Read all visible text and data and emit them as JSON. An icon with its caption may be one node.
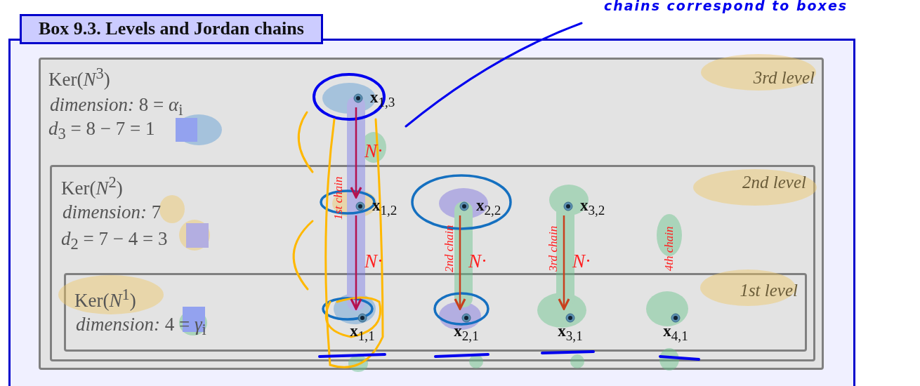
{
  "diagram": {
    "nodes": [
      {
        "text": [
          "Box 9.3. Levels and Jordan chains"
        ]
      },
      {
        "text": [
          "Ker(*N*$^{3}$)",
          "*dimension:* 8 = *α*$_{i}$",
          "*d*$_{3}$ = 8 − 7 = 1",
          "3rd level"
        ],
        "in": 0
      },
      {
        "text": [
          "Ker(*N*$^{2}$)",
          "*dimension:* 7",
          "*d*$_{2}$ = 7 − 4 = 3",
          "2nd level"
        ],
        "in": 1
      },
      {
        "text": [
          "Ker(*N*$^{1}$)",
          "*dimension:* 4 = *γ*$_{i}$",
          "1st level"
        ],
        "in": 2
      },
      {
        "text": [
          "**x**$_{1,3}$"
        ],
        "in": 1
      },
      {
        "text": [
          "**x**$_{1,2}$"
        ],
        "in": 2
      },
      {
        "text": [
          "**x**$_{2,2}$"
        ],
        "in": 2
      },
      {
        "text": [
          "**x**$_{3,2}$"
        ],
        "in": 2
      },
      {
        "text": [
          "**x**$_{1,1}$"
        ],
        "in": 3
      },
      {
        "text": [
          "**x**$_{2,1}$"
        ],
        "in": 3
      },
      {
        "text": [
          "**x**$_{3,1}$"
        ],
        "in": 3
      },
      {
        "text": [
          "**x**$_{4,1}$"
        ],
        "in": 3
      }
    ],
    "edges": [
      {
        "from": 4,
        "to": 5,
        "arrow": "to",
        "label": "*N*·",
        "color": "#b5124f"
      },
      {
        "from": 5,
        "to": 8,
        "arrow": "to",
        "label": "*N*·",
        "color": "#b5124f"
      },
      {
        "from": 6,
        "to": 9,
        "arrow": "to",
        "label": "*N*·"
      },
      {
        "from": 7,
        "to": 10,
        "arrow": "to",
        "label": "*N*·"
      }
    ],
    "labels": [
      "chains correspond to boxes",
      "1st chain",
      "2nd chain",
      "3rd chain",
      "4th chain"
    ]
  }
}
